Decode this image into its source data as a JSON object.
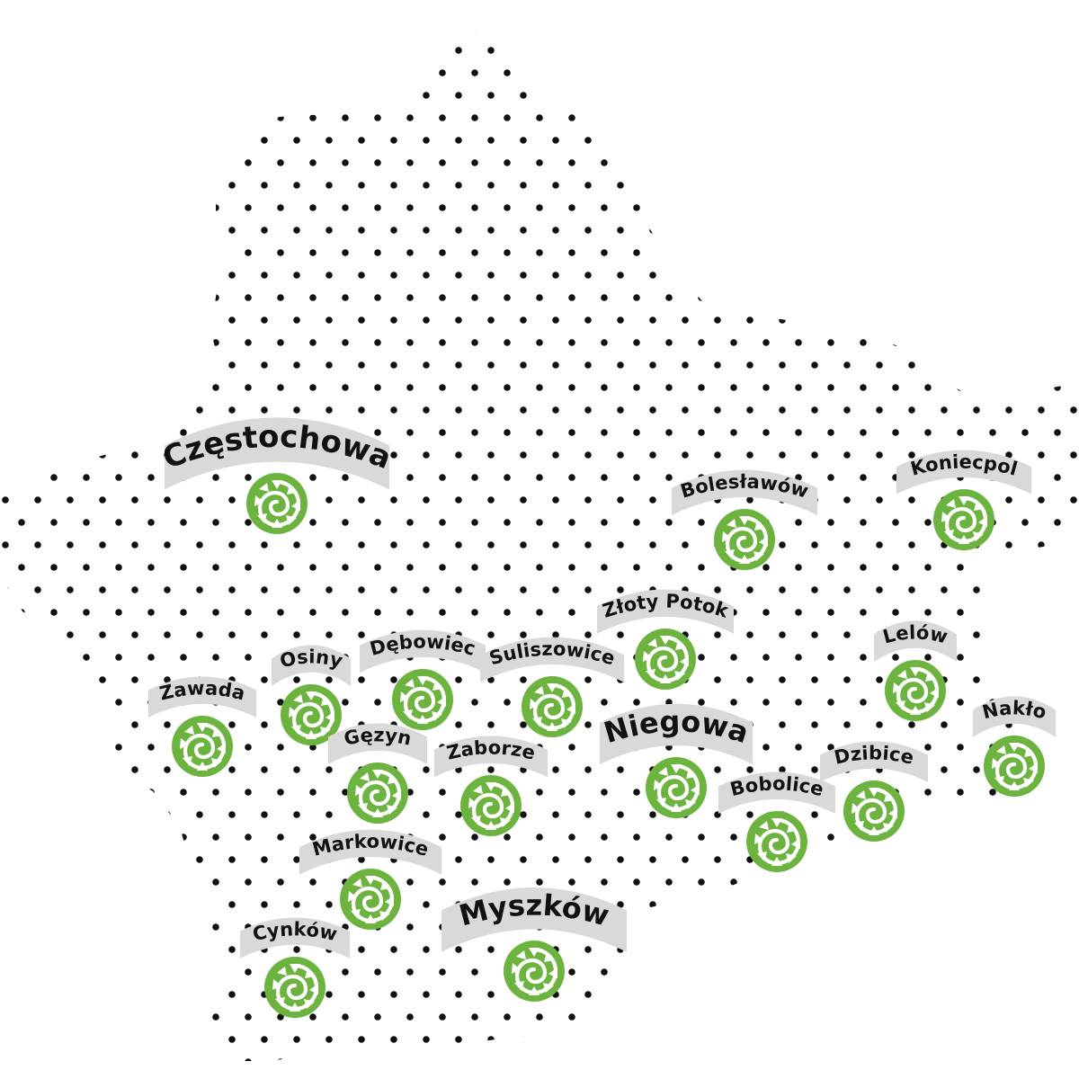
{
  "colors": {
    "dots": "#111111",
    "marker_green": "#6cb33f",
    "marker_motif": "#ffffff",
    "banner_gray": "#d9d9d9",
    "label_text": "#111111",
    "background": "#ffffff"
  },
  "marker_icon": "ammonite-icon",
  "places": [
    {
      "id": "czestochowa",
      "name": "Częstochowa",
      "size": "large"
    },
    {
      "id": "boleslawow",
      "name": "Bolesławów",
      "size": "small"
    },
    {
      "id": "koniecpol",
      "name": "Koniecpol",
      "size": "small"
    },
    {
      "id": "zloty-potok",
      "name": "Złoty Potok",
      "size": "small"
    },
    {
      "id": "lelow",
      "name": "Lelów",
      "size": "small"
    },
    {
      "id": "osiny",
      "name": "Osiny",
      "size": "small"
    },
    {
      "id": "debowiec",
      "name": "Dębowiec",
      "size": "small"
    },
    {
      "id": "suliszowice",
      "name": "Suliszowice",
      "size": "small"
    },
    {
      "id": "zawada",
      "name": "Zawada",
      "size": "small"
    },
    {
      "id": "naklo",
      "name": "Nakło",
      "size": "small"
    },
    {
      "id": "niegowa",
      "name": "Niegowa",
      "size": "large"
    },
    {
      "id": "gezyn",
      "name": "Gęzyn",
      "size": "small"
    },
    {
      "id": "zaborze",
      "name": "Zaborze",
      "size": "small"
    },
    {
      "id": "dzibice",
      "name": "Dzibice",
      "size": "small"
    },
    {
      "id": "bobolice",
      "name": "Bobolice",
      "size": "small"
    },
    {
      "id": "markowice",
      "name": "Markowice",
      "size": "small"
    },
    {
      "id": "myszkow",
      "name": "Myszków",
      "size": "large"
    },
    {
      "id": "cynkow",
      "name": "Cynków",
      "size": "small"
    }
  ]
}
